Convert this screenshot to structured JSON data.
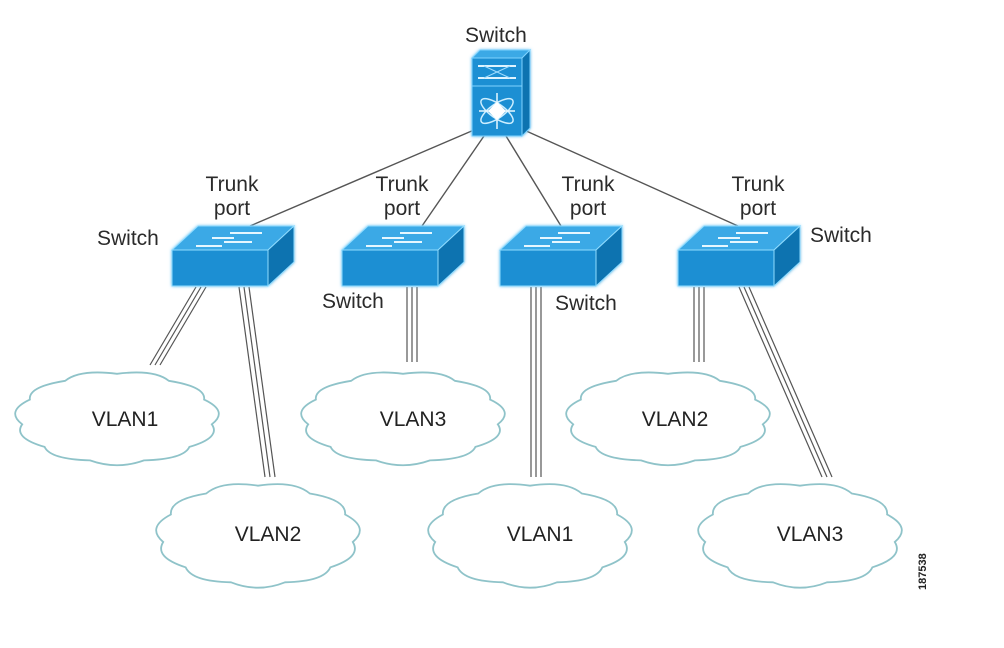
{
  "diagram": {
    "core_switch": {
      "label": "Switch",
      "icon": "multilayer-switch-icon"
    },
    "access_switches": [
      {
        "id": "sw1",
        "label": "Switch",
        "trunk_label": [
          "Trunk",
          "port"
        ],
        "icon": "workgroup-switch-icon",
        "vlans": [
          "VLAN1",
          "VLAN2"
        ]
      },
      {
        "id": "sw2",
        "label": "Switch",
        "trunk_label": [
          "Trunk",
          "port"
        ],
        "icon": "workgroup-switch-icon",
        "vlans": [
          "VLAN3"
        ]
      },
      {
        "id": "sw3",
        "label": "Switch",
        "trunk_label": [
          "Trunk",
          "port"
        ],
        "icon": "workgroup-switch-icon",
        "vlans": [
          "VLAN1"
        ]
      },
      {
        "id": "sw4",
        "label": "Switch",
        "trunk_label": [
          "Trunk",
          "port"
        ],
        "icon": "workgroup-switch-icon",
        "vlans": [
          "VLAN2",
          "VLAN3"
        ]
      }
    ],
    "vlan_clouds": [
      {
        "label": "VLAN1",
        "switch": "sw1"
      },
      {
        "label": "VLAN2",
        "switch": "sw1"
      },
      {
        "label": "VLAN3",
        "switch": "sw2"
      },
      {
        "label": "VLAN1",
        "switch": "sw3"
      },
      {
        "label": "VLAN2",
        "switch": "sw4"
      },
      {
        "label": "VLAN3",
        "switch": "sw4"
      }
    ],
    "figure_id": "187538",
    "colors": {
      "switch_fill": "#1a8fd3",
      "switch_top": "#3aa9e6",
      "cloud_stroke": "#8fc3c9",
      "link": "#555555"
    }
  }
}
